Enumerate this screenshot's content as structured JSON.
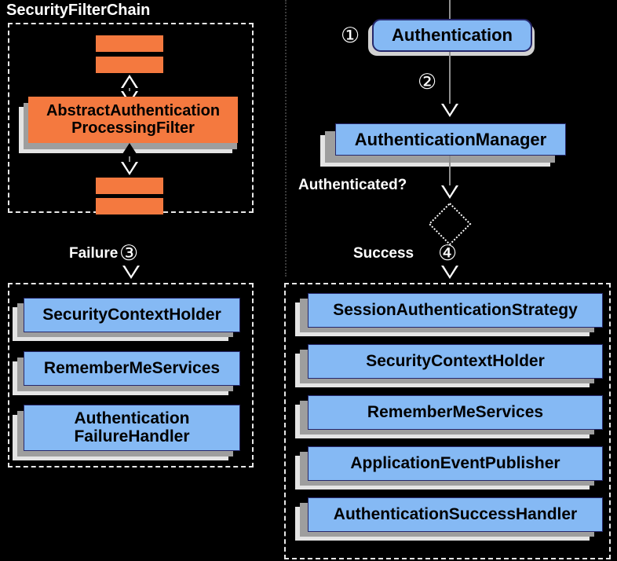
{
  "diagram": {
    "title_left": "SecurityFilterChain",
    "groups": [
      {
        "name": "security-filter-chain",
        "label": "SecurityFilterChain"
      },
      {
        "name": "failure-branch",
        "label": ""
      },
      {
        "name": "authentication-flow",
        "label": ""
      },
      {
        "name": "success-branch",
        "label": ""
      }
    ],
    "filter_chain": {
      "title": "SecurityFilterChain",
      "top_bars": [
        "",
        ""
      ],
      "bottom_bars": [
        "",
        ""
      ],
      "main_filter": "AbstractAuthentication\nProcessingFilter",
      "main_filter_line1": "AbstractAuthentication",
      "main_filter_line2": "ProcessingFilter"
    },
    "flow": {
      "authentication": "Authentication",
      "authentication_manager": "AuthenticationManager",
      "decision_label": "Authenticated?",
      "failure_label": "Failure",
      "success_label": "Success",
      "step_1": "①",
      "step_2": "②",
      "step_3": "③",
      "step_4": "④"
    },
    "failure_nodes": [
      "SecurityContextHolder",
      "RememberMeServices",
      "Authentication\nFailureHandler"
    ],
    "failure_nodes_multiline": [
      {
        "line1": "SecurityContextHolder",
        "line2": ""
      },
      {
        "line1": "RememberMeServices",
        "line2": ""
      },
      {
        "line1": "Authentication",
        "line2": "FailureHandler"
      }
    ],
    "success_nodes": [
      "SessionAuthenticationStrategy",
      "SecurityContextHolder",
      "RememberMeServices",
      "ApplicationEventPublisher",
      "AuthenticationSuccessHandler"
    ],
    "colors": {
      "background": "#000000",
      "node_blue": "#85b9f4",
      "node_blue_border": "#26286b",
      "node_orange": "#f4793f",
      "shadow_dark": "#9e9e9e",
      "shadow_light": "#e4e4e4",
      "connector": "#8f8f8f",
      "label_text": "#ffffff",
      "group_border": "#e8e8e8"
    }
  }
}
